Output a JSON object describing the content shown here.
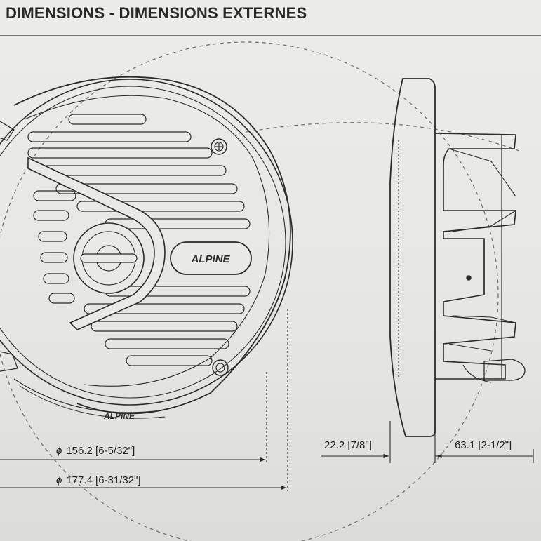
{
  "heading": {
    "title": "DIMENSIONS - DIMENSIONS EXTERNES"
  },
  "front_view": {
    "brand_badge": "ALPINE",
    "brand_rim": "ALPINE"
  },
  "dimensions": [
    {
      "id": "grille_diameter",
      "symbol": "ϕ",
      "value": "156.2 [6-5/32\"]"
    },
    {
      "id": "outer_diameter",
      "symbol": "ϕ",
      "value": "177.4 [6-31/32\"]"
    },
    {
      "id": "mount_depth",
      "symbol": "",
      "value": "22.2 [7/8\"]"
    },
    {
      "id": "total_depth",
      "symbol": "",
      "value": "63.1 [2-1/2\"]"
    }
  ],
  "colors": {
    "line": "#2b2b2b",
    "paper": "#e9e9e7"
  }
}
